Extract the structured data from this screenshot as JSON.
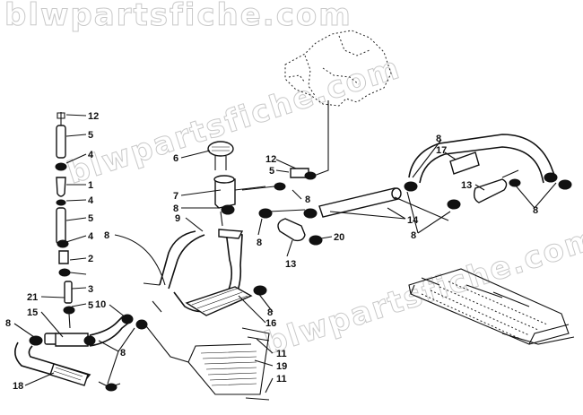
{
  "watermark": "blwpartsfiche.com",
  "callouts": [
    {
      "label": "12"
    },
    {
      "label": "5"
    },
    {
      "label": "4"
    },
    {
      "label": "1"
    },
    {
      "label": "4"
    },
    {
      "label": "5"
    },
    {
      "label": "4"
    },
    {
      "label": "2"
    },
    {
      "label": "3"
    },
    {
      "label": "5"
    },
    {
      "label": "21"
    },
    {
      "label": "15"
    },
    {
      "label": "8"
    },
    {
      "label": "10"
    },
    {
      "label": "8"
    },
    {
      "label": "18"
    },
    {
      "label": "8"
    },
    {
      "label": "9"
    },
    {
      "label": "6"
    },
    {
      "label": "7"
    },
    {
      "label": "8"
    },
    {
      "label": "12"
    },
    {
      "label": "5"
    },
    {
      "label": "8"
    },
    {
      "label": "8"
    },
    {
      "label": "13"
    },
    {
      "label": "20"
    },
    {
      "label": "14"
    },
    {
      "label": "8"
    },
    {
      "label": "8"
    },
    {
      "label": "17"
    },
    {
      "label": "13"
    },
    {
      "label": "8"
    },
    {
      "label": "8"
    },
    {
      "label": "16"
    },
    {
      "label": "11"
    },
    {
      "label": "19"
    },
    {
      "label": "11"
    }
  ]
}
